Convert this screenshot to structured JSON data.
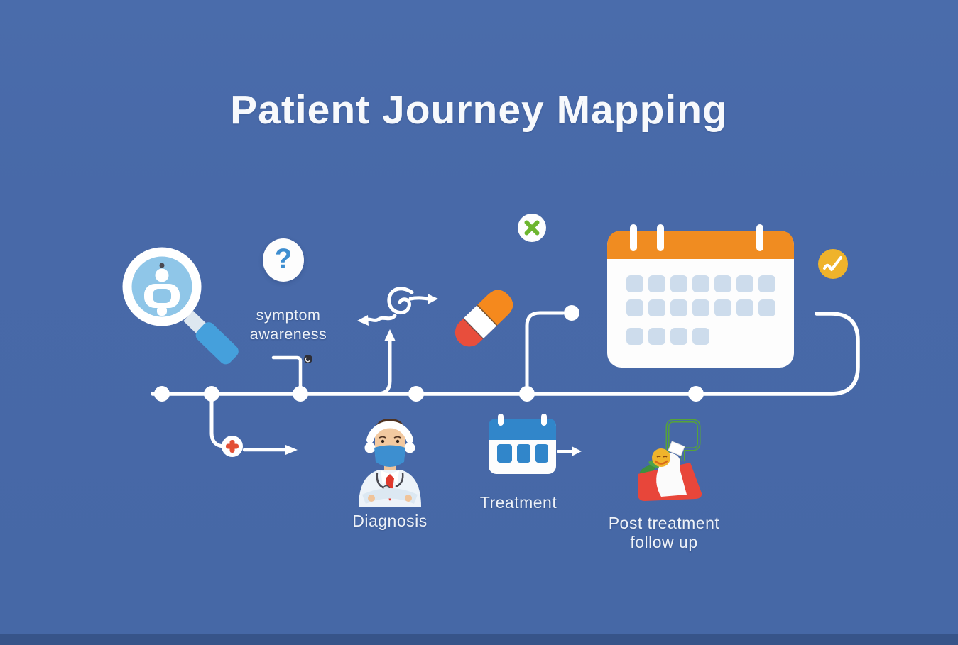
{
  "title": "Patient Journey Mapping",
  "stages": {
    "symptom_awareness": {
      "line1": "symptom",
      "line2": "awareness"
    },
    "diagnosis": {
      "label": "Diagnosis"
    },
    "treatment": {
      "label": "Treatment"
    },
    "post_treatment": {
      "line1": "Post treatment",
      "line2": "follow up"
    }
  },
  "icons": {
    "question_glyph": "?",
    "names": [
      "magnifying-glass-patient-icon",
      "question-mark-icon",
      "swirl-arrows-icon",
      "pill-icon",
      "green-x-icon",
      "big-calendar-icon",
      "gold-check-icon",
      "doctor-icon",
      "small-calendar-icon",
      "followup-person-icon",
      "medical-cross-icon",
      "small-badge-icon"
    ]
  },
  "colors": {
    "background": "#4869a8",
    "path_white": "#ffffff",
    "calendar_orange": "#f08c21",
    "pill_red": "#e84e3c",
    "pill_orange": "#f5891d",
    "calendar_blue": "#3186ca",
    "lens_blue": "#8fc6e8",
    "handle_blue": "#45a0dc",
    "check_gold": "#efb32b",
    "x_green": "#6cb52e",
    "tube_green": "#56a339",
    "mask_blue": "#3d8fd0",
    "tie_red": "#e0392d",
    "grid_cell_blue": "#cddcec"
  }
}
